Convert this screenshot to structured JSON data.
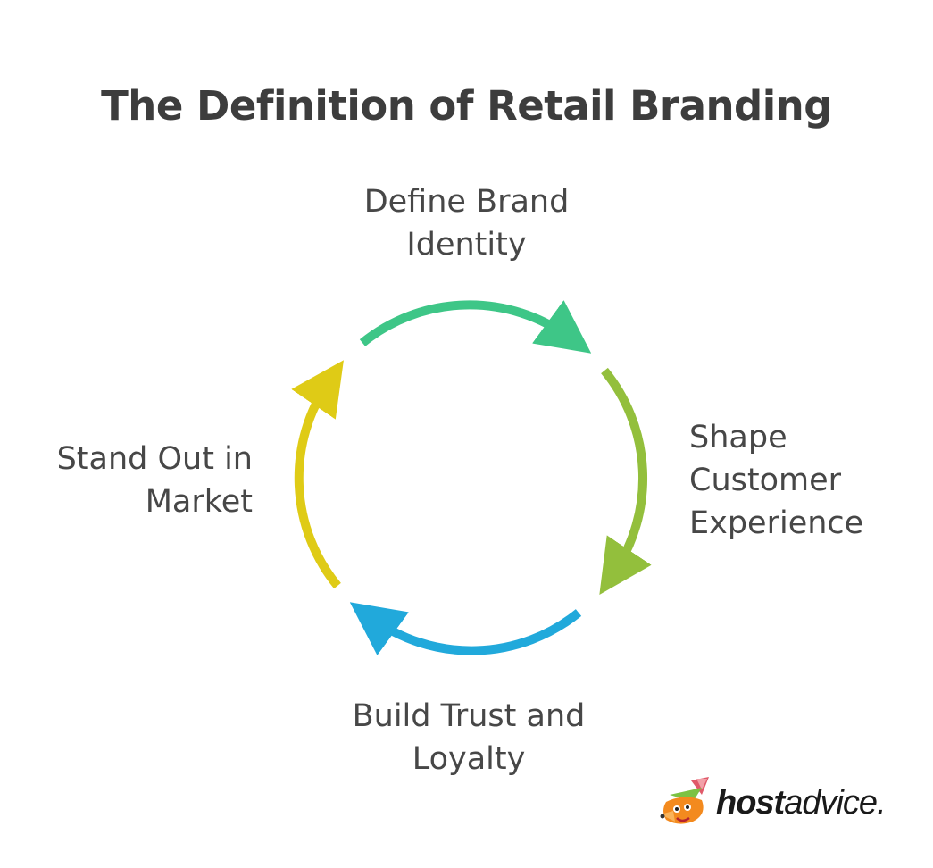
{
  "title": "The Definition of Retail Branding",
  "cycle": {
    "steps": [
      {
        "label_line1": "Define Brand",
        "label_line2": "Identity",
        "color": "#3ec687"
      },
      {
        "label_line1": "Shape",
        "label_line2": "Customer",
        "label_line3": "Experience",
        "color": "#93bf3c"
      },
      {
        "label_line1": "Build Trust and",
        "label_line2": "Loyalty",
        "color": "#21a9db"
      },
      {
        "label_line1": "Stand Out in",
        "label_line2": "Market",
        "color": "#dfcb16"
      }
    ]
  },
  "logo": {
    "brand_bold": "host",
    "brand_regular": "advice."
  }
}
